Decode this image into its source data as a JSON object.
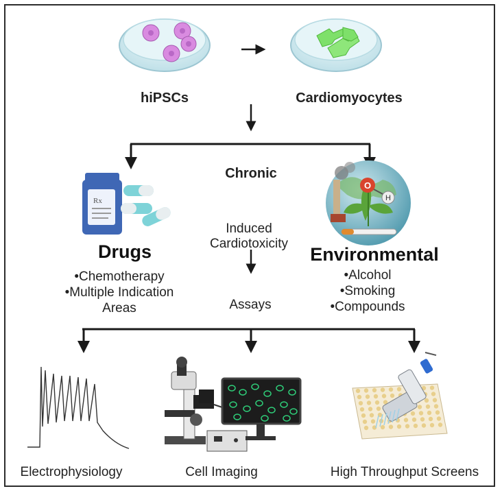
{
  "top": {
    "source_label": "hiPSCs",
    "target_label": "Cardiomyocytes"
  },
  "center": {
    "chronic": "Chronic",
    "induced_line1": "Induced",
    "induced_line2": "Cardiotoxicity",
    "assays": "Assays"
  },
  "drugs": {
    "title": "Drugs",
    "items": [
      "•Chemotherapy",
      "•Multiple Indication",
      "Areas"
    ]
  },
  "environmental": {
    "title": "Environmental",
    "items": [
      "•Alcohol",
      "•Smoking",
      "•Compounds"
    ],
    "molecule_atoms": [
      "O",
      "H"
    ]
  },
  "pill_bottle": {
    "label": "Rx"
  },
  "assays": [
    {
      "label": "Electrophysiology"
    },
    {
      "label": "Cell Imaging"
    },
    {
      "label": "High Throughput Screens"
    }
  ],
  "colors": {
    "arrow": "#1a1a1a",
    "cell_pink": "#d98be0",
    "cardio_green": "#7ee06a",
    "dish": "#d7eef3",
    "bottle_blue": "#3f67b5",
    "capsule_teal": "#7ed3d8",
    "globe": "#6fb6c6",
    "leaf": "#5aa43a",
    "monitor_cells": "#2fd07a"
  }
}
